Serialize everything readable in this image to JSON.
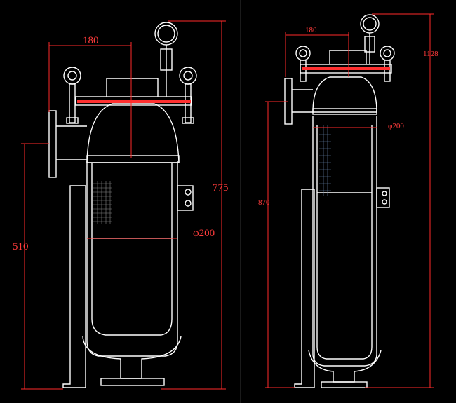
{
  "colors": {
    "background": "#000000",
    "outline": "#ffffff",
    "dimension": "#ff2a2a",
    "gasket": "#ff3030"
  },
  "left_drawing": {
    "dim_top_width": "180",
    "dim_total_height": "775",
    "dim_inlet_height": "510",
    "dim_diameter": "φ200"
  },
  "right_drawing": {
    "dim_top_width": "180",
    "dim_total_height": "1128",
    "dim_inlet_height": "870",
    "dim_diameter": "φ200"
  }
}
